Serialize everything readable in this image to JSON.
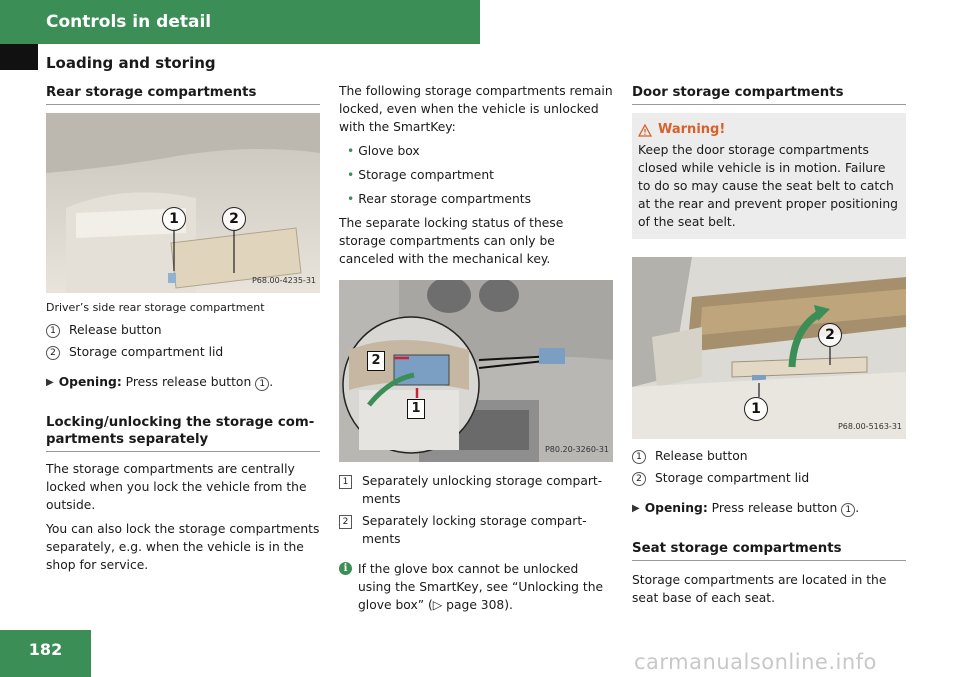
{
  "header": {
    "title": "Controls in detail",
    "subtitle": "Loading and storing"
  },
  "page_number": "182",
  "col1": {
    "heading": "Rear storage compartments",
    "photo_code": "P68.00-4235-31",
    "caption": "Driver’s side rear storage compartment",
    "items": [
      {
        "num": "1",
        "text": "Release button"
      },
      {
        "num": "2",
        "text": "Storage compartment lid"
      }
    ],
    "opening_label": "Opening:",
    "opening_text": "Press release button",
    "opening_ref": "1",
    "heading2": "Locking/unlocking the storage com-partments separately",
    "para1": "The storage compartments are centrally locked when you lock the vehicle from the outside.",
    "para2": "You can also lock the storage compartments separately, e.g. when the vehicle is in the shop for service."
  },
  "col2": {
    "intro": "The following storage compartments remain locked, even when the vehicle is unlocked with the SmartKey:",
    "bullets": [
      "Glove box",
      "Storage compartment",
      "Rear storage compartments"
    ],
    "para": "The separate locking status of these storage compartments can only be canceled with the mechanical key.",
    "photo_code": "P80.20-3260-31",
    "items": [
      {
        "num": "1",
        "text": "Separately unlocking storage compart-ments"
      },
      {
        "num": "2",
        "text": "Separately locking storage compart-ments"
      }
    ],
    "info_text": "If the glove box cannot be unlocked using the SmartKey, see “Unlocking the glove box” (▷ page 308)."
  },
  "col3": {
    "heading": "Door storage compartments",
    "warning_title": "Warning!",
    "warning_text": "Keep the door storage compartments closed while vehicle is in motion. Failure to do so may cause the seat belt to catch at the rear and prevent proper positioning of the seat belt.",
    "photo_code": "P68.00-5163-31",
    "items": [
      {
        "num": "1",
        "text": "Release button"
      },
      {
        "num": "2",
        "text": "Storage compartment lid"
      }
    ],
    "opening_label": "Opening:",
    "opening_text": "Press release button",
    "opening_ref": "1",
    "heading2": "Seat storage compartments",
    "para": "Storage compartments are located in the seat base of each seat."
  },
  "watermark": "carmanualsonline.info",
  "colors": {
    "accent": "#3b8e55",
    "warning": "#d8602a"
  }
}
